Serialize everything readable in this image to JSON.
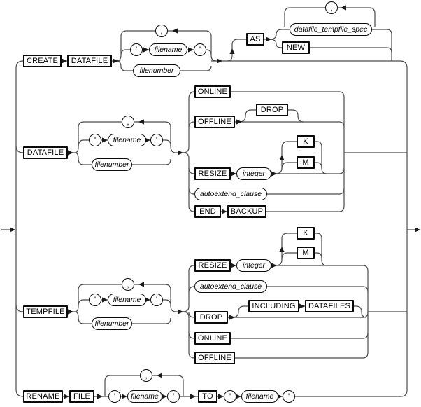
{
  "diagram": {
    "title": "ALTER DATABASE file clauses syntax diagram",
    "type": "railroad-syntax-diagram",
    "line_color": "#4a4a4a",
    "rows": {
      "create_datafile": {
        "create": "CREATE",
        "datafile": "DATAFILE",
        "comma": ",",
        "quote1": "'",
        "filename": "filename",
        "quote2": "'",
        "filenumber": "filenumber",
        "as_kw": "AS",
        "spec_comma": ",",
        "spec": "datafile_tempfile_spec",
        "new_kw": "NEW"
      },
      "alter_datafile": {
        "datafile": "DATAFILE",
        "comma": ",",
        "quote1": "'",
        "filename": "filename",
        "quote2": "'",
        "filenumber": "filenumber",
        "online": "ONLINE",
        "offline": "OFFLINE",
        "drop": "DROP",
        "resize": "RESIZE",
        "integer": "integer",
        "k": "K",
        "m": "M",
        "autoextend": "autoextend_clause",
        "end_kw": "END",
        "backup": "BACKUP"
      },
      "alter_tempfile": {
        "tempfile": "TEMPFILE",
        "comma": ",",
        "quote1": "'",
        "filename": "filename",
        "quote2": "'",
        "filenumber": "filenumber",
        "resize": "RESIZE",
        "integer": "integer",
        "k": "K",
        "m": "M",
        "autoextend": "autoextend_clause",
        "drop": "DROP",
        "including": "INCLUDING",
        "datafiles": "DATAFILES",
        "online": "ONLINE",
        "offline": "OFFLINE"
      },
      "rename_file": {
        "rename": "RENAME",
        "file": "FILE",
        "comma": ",",
        "quote1": "'",
        "filename1": "filename",
        "quote2": "'",
        "to_kw": "TO",
        "quote3": "'",
        "filename2": "filename",
        "quote4": "'"
      }
    }
  }
}
